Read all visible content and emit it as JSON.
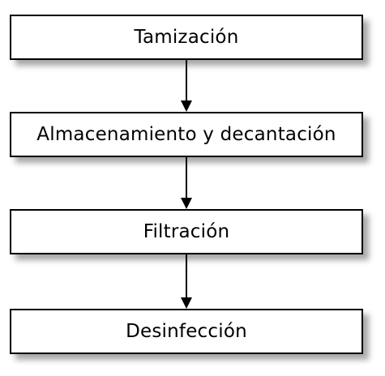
{
  "diagram": {
    "steps": [
      {
        "label": "Tamización"
      },
      {
        "label": "Almacenamiento y decantación"
      },
      {
        "label": "Filtración"
      },
      {
        "label": "Desinfección"
      }
    ],
    "colors": {
      "border": "#000000",
      "fill": "#ffffff",
      "arrow": "#000000"
    }
  }
}
